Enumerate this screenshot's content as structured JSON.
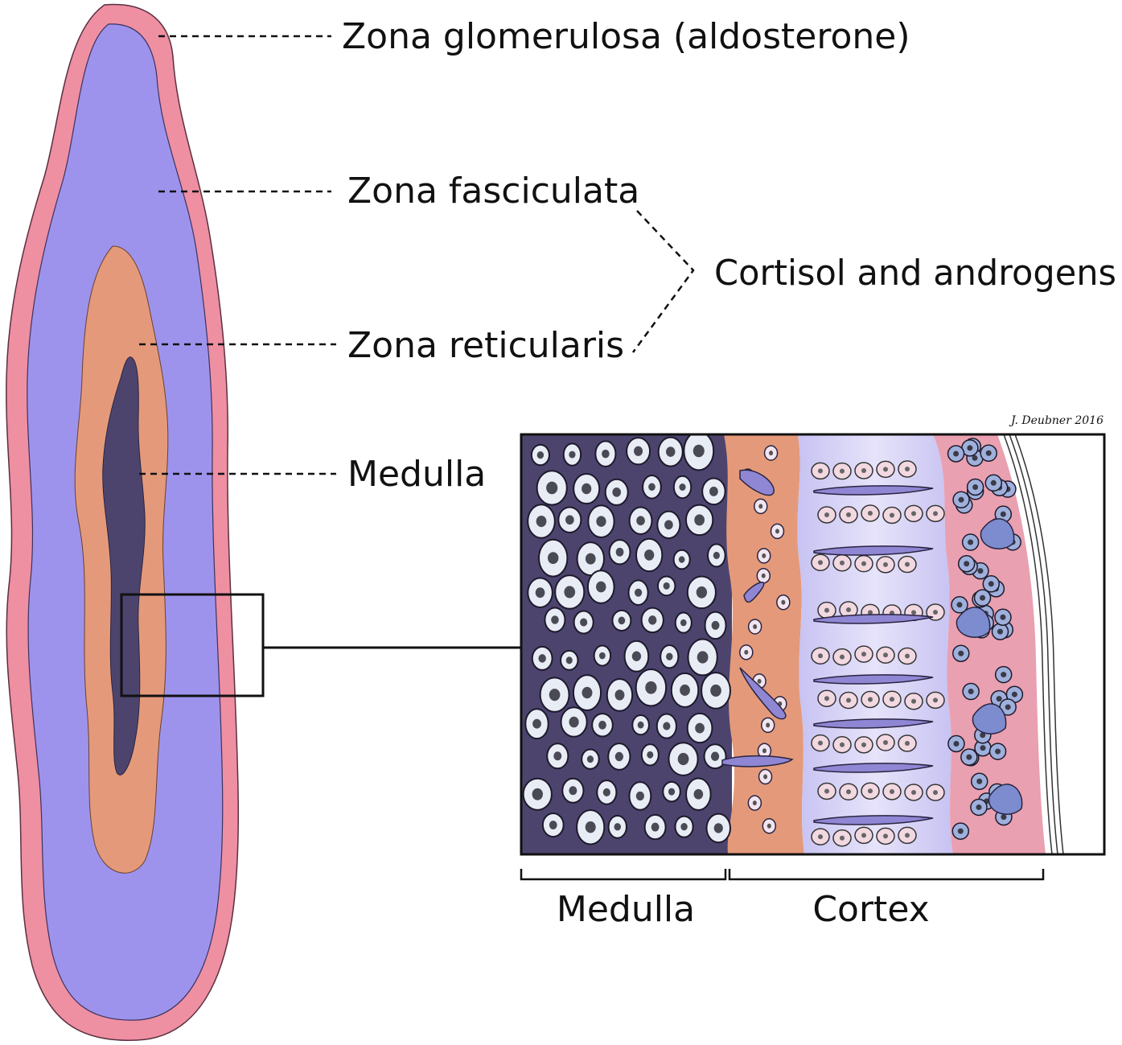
{
  "labels": {
    "zona_glomerulosa": "Zona glomerulosa (aldosterone)",
    "zona_fasciculata": "Zona fasciculata",
    "cortisol_androgens": "Cortisol and androgens",
    "zona_reticularis": "Zona reticularis",
    "medulla": "Medulla"
  },
  "signature": "J. Deubner 2016",
  "inset": {
    "medulla_label": "Medulla",
    "cortex_label": "Cortex"
  },
  "colors": {
    "glomerulosa": "#ef8fa2",
    "fasciculata": "#9e93ec",
    "reticularis": "#e49a7a",
    "medulla": "#4d446e",
    "fasciculata_light": "#d6d2f4",
    "glomerulosa_cells": "#f0c2cc",
    "cell_blue": "#9fb0dc"
  }
}
